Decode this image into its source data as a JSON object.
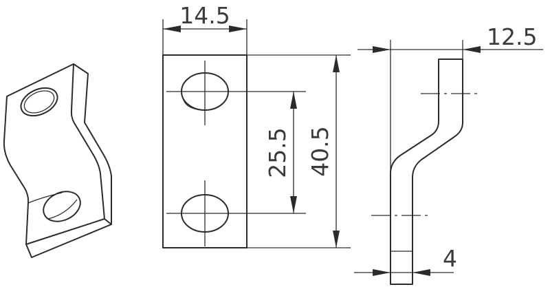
{
  "drawing": {
    "dimensions": {
      "width": "14.5",
      "hole_spacing": "25.5",
      "height": "40.5",
      "offset": "12.5",
      "thickness": "4"
    },
    "colors": {
      "line": "#2b2b2b",
      "text": "#3a3a3a",
      "background": "#ffffff"
    }
  }
}
